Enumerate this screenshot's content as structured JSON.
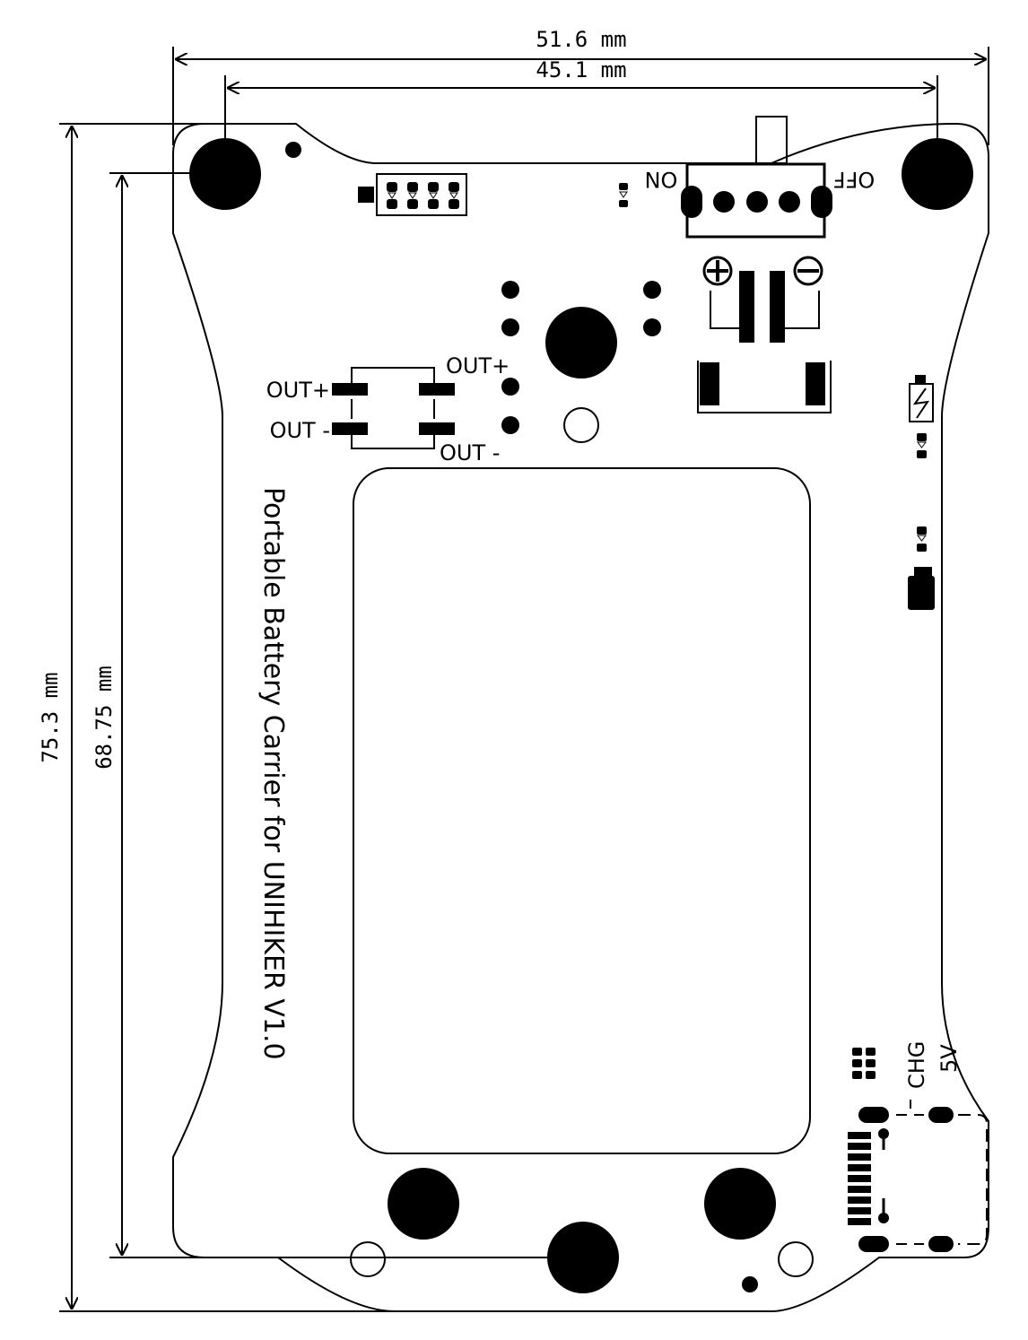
{
  "dimensions": {
    "overall_width": "51.6 mm",
    "hole_spacing_width": "45.1 mm",
    "overall_height": "75.3 mm",
    "hole_spacing_height": "68.75 mm"
  },
  "board": {
    "title": "Portable Battery Carrier for UNIHIKER V1.0"
  },
  "switch": {
    "on_label": "ON",
    "off_label": "OFF"
  },
  "outputs": {
    "left_plus": "OUT+",
    "left_minus": "OUT -",
    "right_plus": "OUT+",
    "right_minus": "OUT -"
  },
  "usb": {
    "chg_label": "CHG",
    "v5_label": "5V"
  },
  "colors": {
    "ink": "#000000",
    "background": "#ffffff"
  }
}
